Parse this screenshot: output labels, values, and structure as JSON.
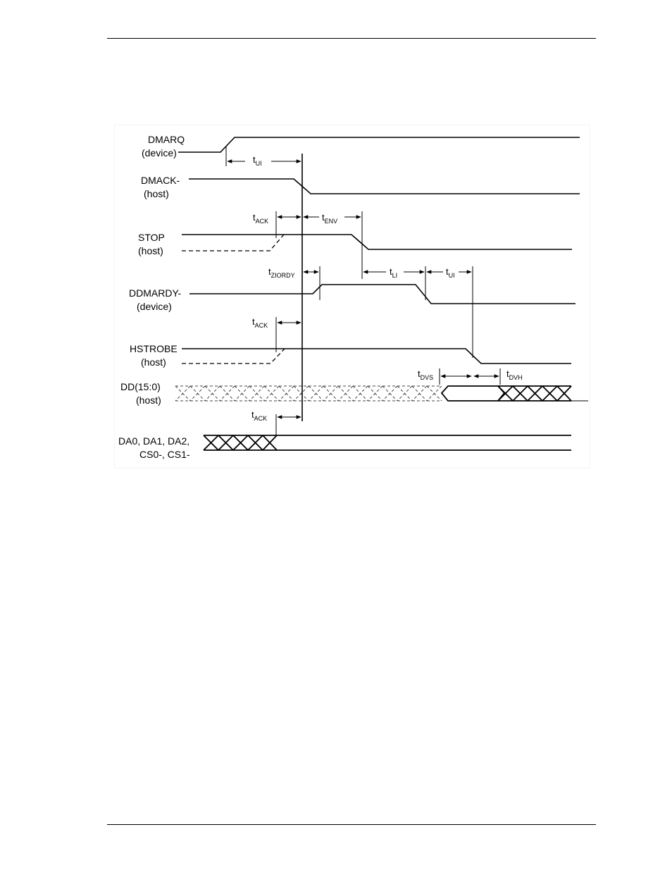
{
  "signals": [
    {
      "id": "dmarq",
      "name": "DMARQ",
      "owner": "(device)"
    },
    {
      "id": "dmack",
      "name": "DMACK-",
      "owner": "(host)"
    },
    {
      "id": "stop",
      "name": "STOP",
      "owner": "(host)"
    },
    {
      "id": "ddmardy",
      "name": "DDMARDY-",
      "owner": "(device)"
    },
    {
      "id": "hstrobe",
      "name": "HSTROBE",
      "owner": "(host)"
    },
    {
      "id": "dd",
      "name": "DD(15:0)",
      "owner": "(host)"
    },
    {
      "id": "da",
      "name": "DA0, DA1, DA2,",
      "owner": "CS0-, CS1-"
    }
  ],
  "timings": [
    {
      "id": "tui-1",
      "base": "t",
      "sub": "UI"
    },
    {
      "id": "tack-1",
      "base": "t",
      "sub": "ACK"
    },
    {
      "id": "tenv",
      "base": "t",
      "sub": "ENV"
    },
    {
      "id": "tziordy",
      "base": "t",
      "sub": "ZIORDY"
    },
    {
      "id": "tli",
      "base": "t",
      "sub": "LI"
    },
    {
      "id": "tui-2",
      "base": "t",
      "sub": "UI"
    },
    {
      "id": "tack-2",
      "base": "t",
      "sub": "ACK"
    },
    {
      "id": "tdvs",
      "base": "t",
      "sub": "DVS"
    },
    {
      "id": "tdvh",
      "base": "t",
      "sub": "DVH"
    },
    {
      "id": "tack-3",
      "base": "t",
      "sub": "ACK"
    }
  ]
}
